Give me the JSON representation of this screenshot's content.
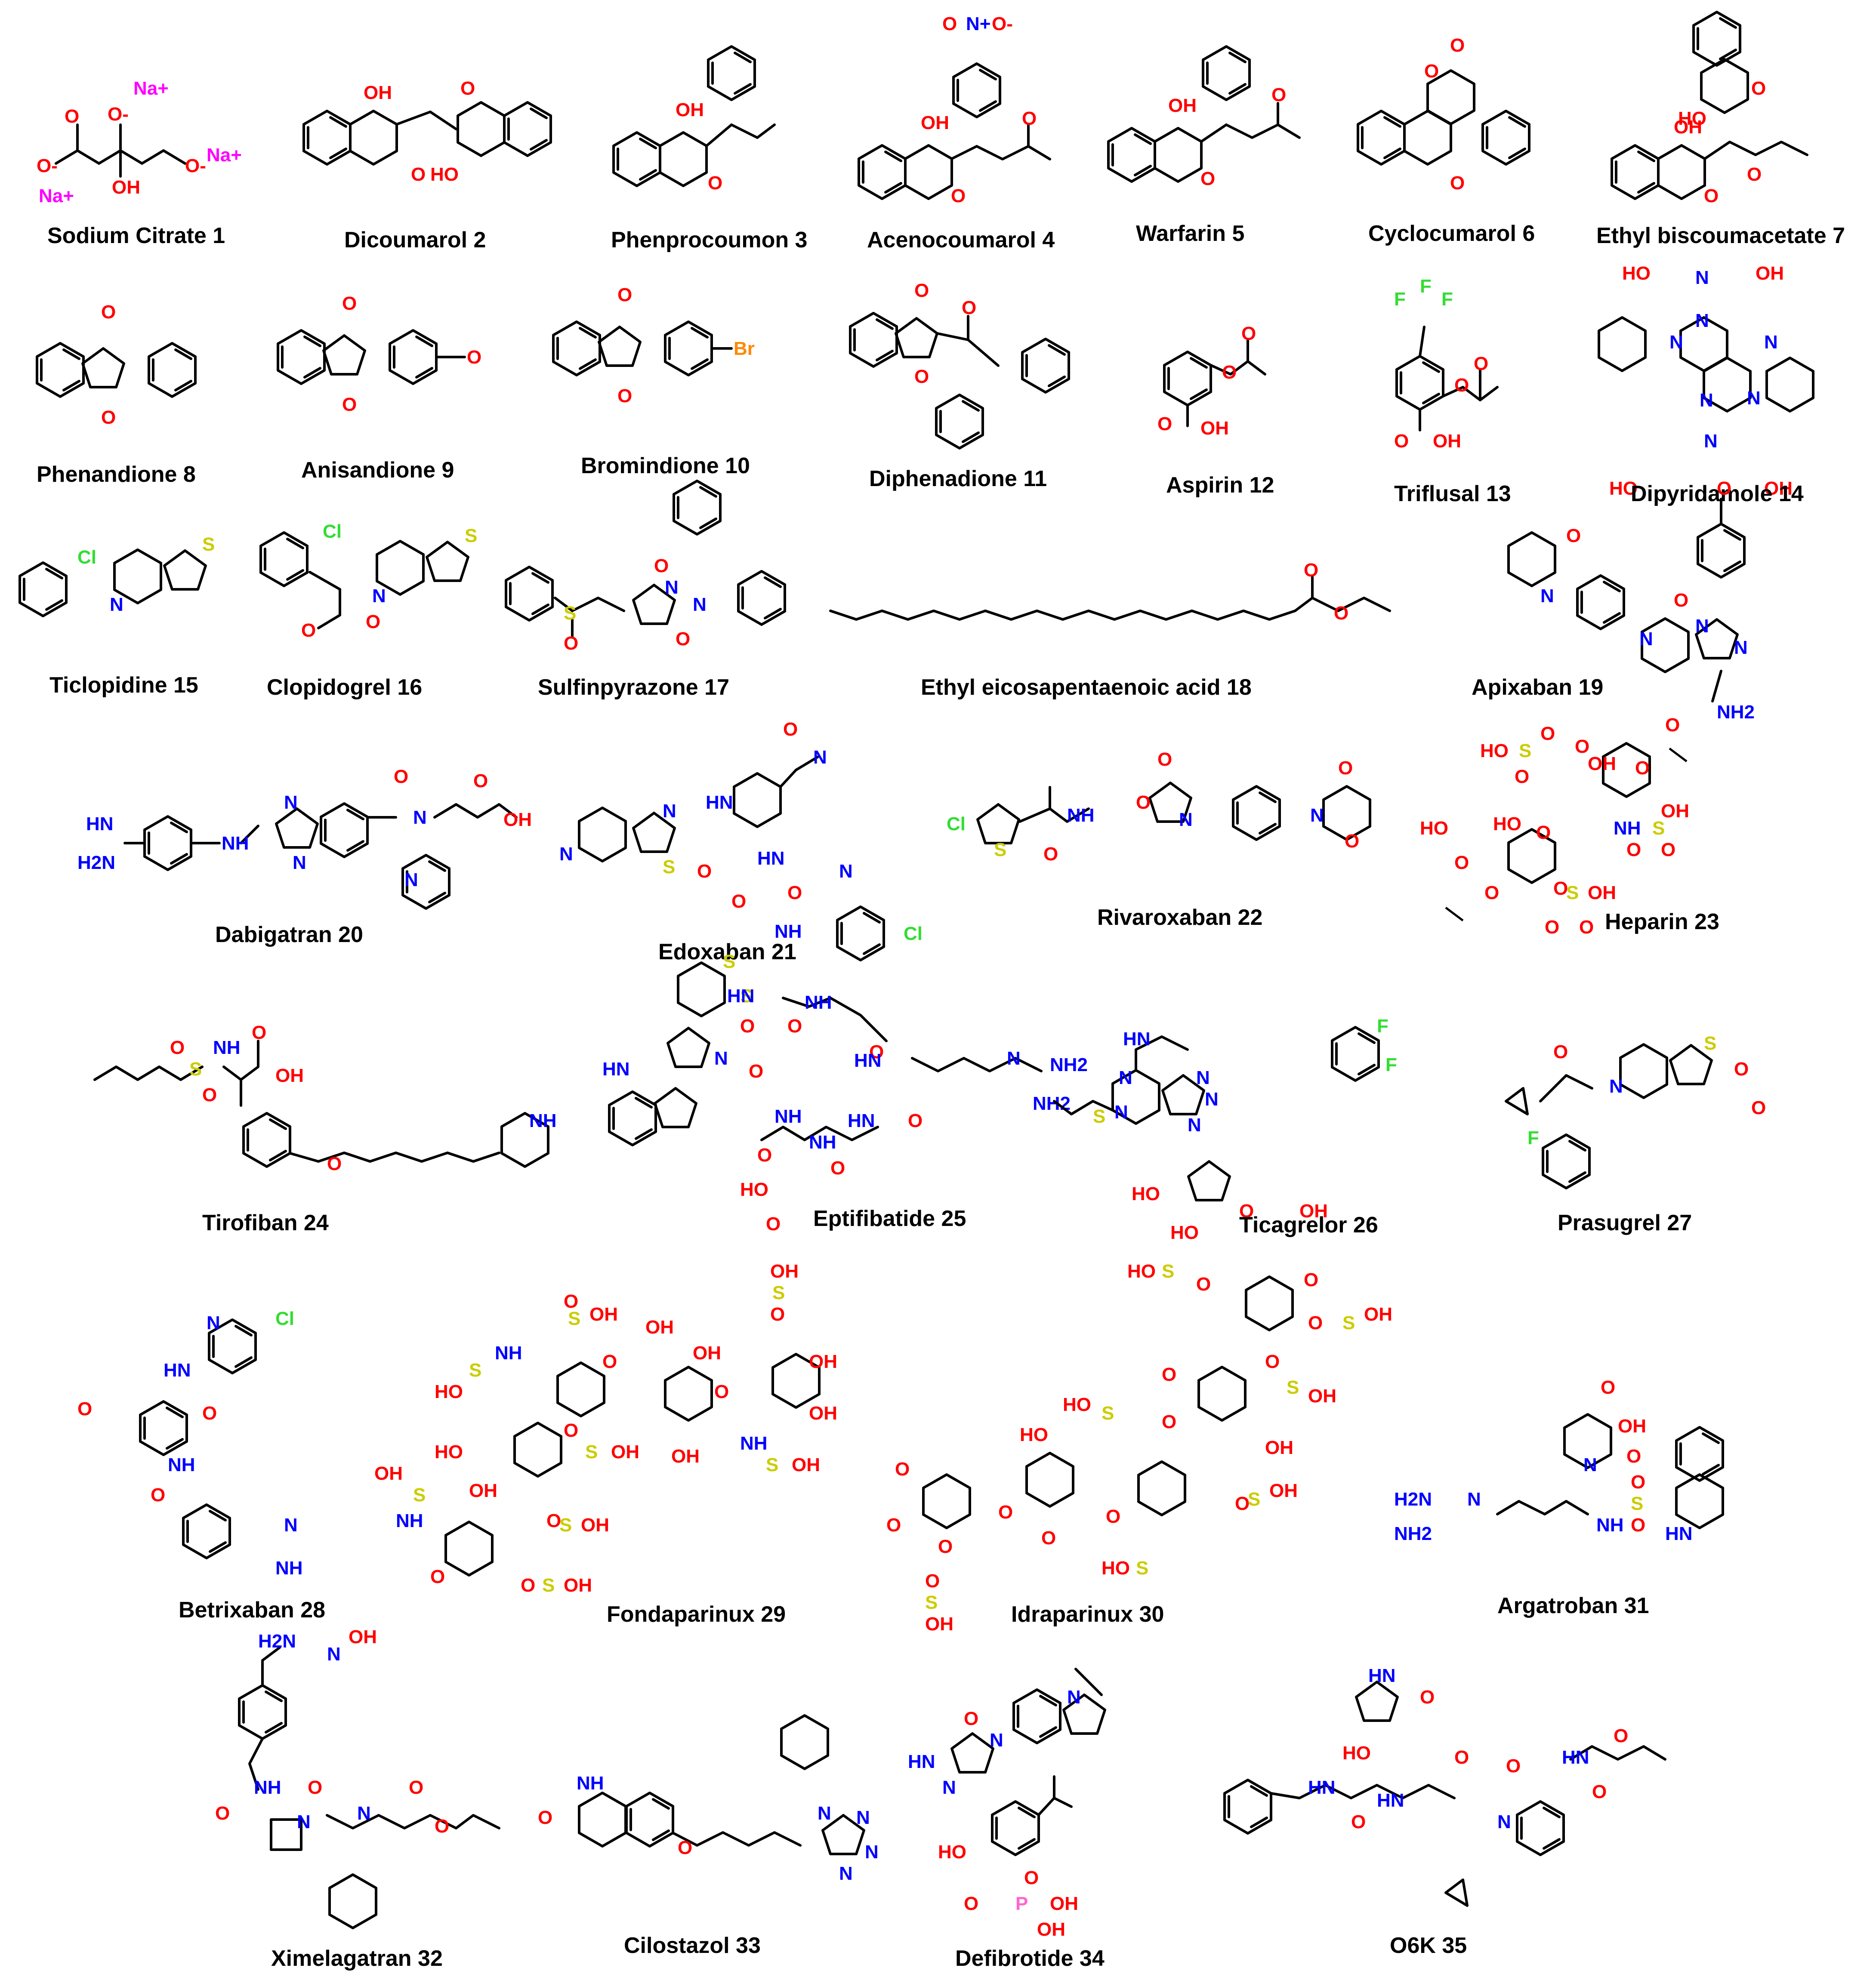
{
  "compounds": [
    {
      "label": "Sodium Citrate 1"
    },
    {
      "label": "Dicoumarol 2"
    },
    {
      "label": "Phenprocoumon 3"
    },
    {
      "label": "Acenocoumarol 4"
    },
    {
      "label": "Warfarin 5"
    },
    {
      "label": "Cyclocumarol 6"
    },
    {
      "label": "Ethyl biscoumacetate 7"
    },
    {
      "label": "Phenandione 8"
    },
    {
      "label": "Anisandione 9"
    },
    {
      "label": "Bromindione 10"
    },
    {
      "label": "Diphenadione 11"
    },
    {
      "label": "Aspirin 12"
    },
    {
      "label": "Triflusal 13"
    },
    {
      "label": "Dipyridamole 14"
    },
    {
      "label": "Ticlopidine 15"
    },
    {
      "label": "Clopidogrel 16"
    },
    {
      "label": "Sulfinpyrazone 17"
    },
    {
      "label": "Ethyl eicosapentaenoic acid 18"
    },
    {
      "label": "Apixaban 19"
    },
    {
      "label": "Dabigatran 20"
    },
    {
      "label": "Edoxaban 21"
    },
    {
      "label": "Rivaroxaban 22"
    },
    {
      "label": "Heparin 23"
    },
    {
      "label": "Tirofiban  24"
    },
    {
      "label": "Eptifibatide 25"
    },
    {
      "label": "Ticagrelor 26"
    },
    {
      "label": "Prasugrel 27"
    },
    {
      "label": "Betrixaban 28"
    },
    {
      "label": "Fondaparinux 29"
    },
    {
      "label": "Idraparinux  30"
    },
    {
      "label": "Argatroban 31"
    },
    {
      "label": "Ximelagatran 32"
    },
    {
      "label": "Cilostazol 33"
    },
    {
      "label": "Defibrotide 34"
    },
    {
      "label": "O6K 35"
    }
  ],
  "atoms": {
    "O": "O",
    "OH": "OH",
    "HO": "HO",
    "O_minus": "O-",
    "Na_plus": "Na+",
    "N": "N",
    "NH": "NH",
    "HN": "HN",
    "NH2": "NH2",
    "H2N": "H2N",
    "S": "S",
    "Cl": "Cl",
    "Br": "Br",
    "F": "F",
    "P": "P",
    "N_plus": "N+",
    "CH3O": "O"
  },
  "colors": {
    "carbon": "#000000",
    "oxygen": "#ff0000",
    "nitrogen": "#0000ff",
    "sulfur": "#cccc00",
    "chlorine": "#33dd33",
    "bromine": "#ff8800",
    "sodium": "#ff00ff",
    "phosphorus": "#ff66cc",
    "fluorine": "#33dd33"
  }
}
